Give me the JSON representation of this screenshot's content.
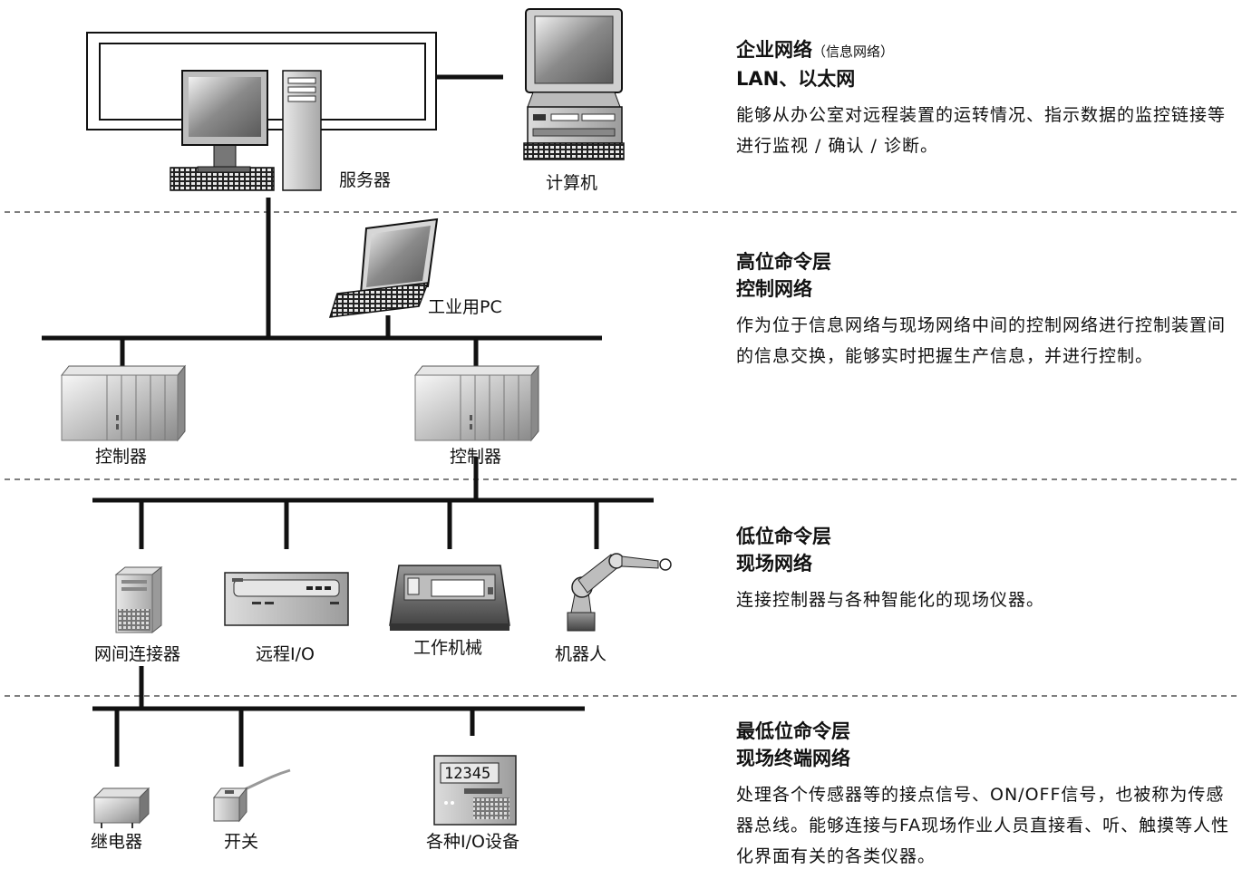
{
  "diagram": {
    "devices": {
      "server": "服务器",
      "computer": "计算机",
      "industrial_pc": "工业用PC",
      "controller_1": "控制器",
      "controller_2": "控制器",
      "gateway": "网间连接器",
      "remote_io": "远程I/O",
      "machine_tool": "工作机械",
      "robot": "机器人",
      "relay": "继电器",
      "switch": "开关",
      "io_device": "各种I/O设备",
      "counter_display": "12345"
    }
  },
  "layers": [
    {
      "title": "企业网络",
      "title_note": "（信息网络）",
      "subtitle": "LAN、以太网",
      "description": "能够从办公室对远程装置的运转情况、指示数据的监控链接等进行监视 / 确认 / 诊断。"
    },
    {
      "title": "高位命令层",
      "subtitle": "控制网络",
      "description": "作为位于信息网络与现场网络中间的控制网络进行控制装置间的信息交换，能够实时把握生产信息，并进行控制。"
    },
    {
      "title": "低位命令层",
      "subtitle": "现场网络",
      "description": "连接控制器与各种智能化的现场仪器。"
    },
    {
      "title": "最低位命令层",
      "subtitle": "现场终端网络",
      "description": "处理各个传感器等的接点信号、ON/OFF信号，也被称为传感器总线。能够连接与FA现场作业人员直接看、听、触摸等人性化界面有关的各类仪器。"
    }
  ]
}
